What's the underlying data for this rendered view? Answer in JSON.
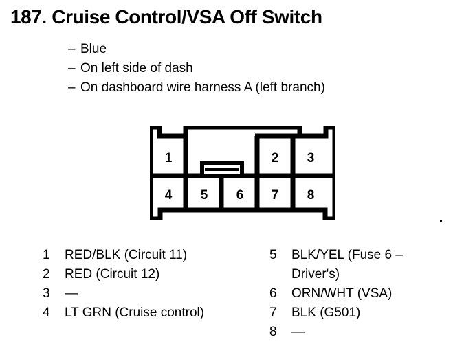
{
  "title": "187. Cruise Control/VSA Off Switch",
  "bullets": [
    {
      "dash": "–",
      "text": "Blue"
    },
    {
      "dash": "–",
      "text": "On left side of dash"
    },
    {
      "dash": "–",
      "text": "On dashboard wire harness A (left branch)"
    }
  ],
  "connector": {
    "top_row": [
      "1",
      "2",
      "3"
    ],
    "bottom_row": [
      "4",
      "5",
      "6",
      "7",
      "8"
    ],
    "outline_color": "#000000",
    "fill_color": "#ffffff"
  },
  "legend_left": [
    {
      "num": "1",
      "label": "RED/BLK (Circuit 11)"
    },
    {
      "num": "2",
      "label": "RED (Circuit 12)"
    },
    {
      "num": "3",
      "label": "—"
    },
    {
      "num": "4",
      "label": "LT GRN (Cruise control)"
    }
  ],
  "legend_right": [
    {
      "num": "5",
      "label": "BLK/YEL (Fuse 6 –\nDriver's)"
    },
    {
      "num": "6",
      "label": "ORN/WHT (VSA)"
    },
    {
      "num": "7",
      "label": "BLK (G501)"
    },
    {
      "num": "8",
      "label": "—"
    }
  ]
}
